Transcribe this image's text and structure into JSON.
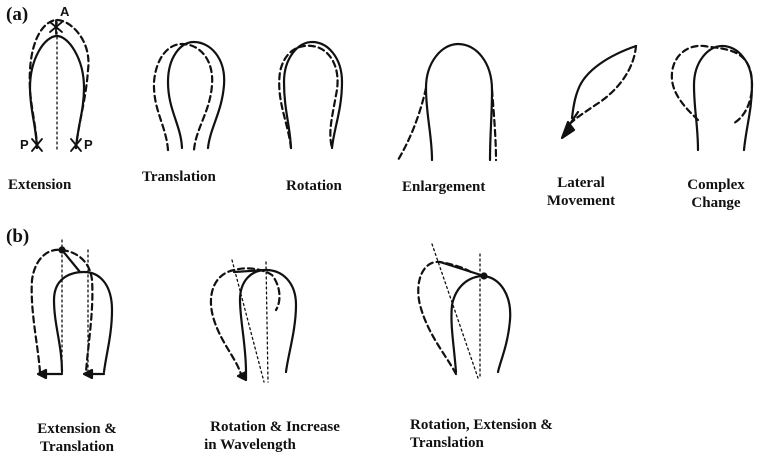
{
  "panel_a": {
    "label": "(a)",
    "point_labels": {
      "apex": "A",
      "left_base": "P",
      "right_base": "P"
    },
    "captions": {
      "extension": "Extension",
      "translation": "Translation",
      "rotation": "Rotation",
      "enlargement": "Enlargement",
      "lateral_1": "Lateral",
      "lateral_2": "Movement",
      "complex_1": "Complex",
      "complex_2": "Change"
    }
  },
  "panel_b": {
    "label": "(b)",
    "captions": {
      "ext_trans_1": "Extension &",
      "ext_trans_2": "Translation",
      "rot_inc_1": "Rotation & Increase",
      "rot_inc_2": "in Wavelength",
      "rot_ext_1": "Rotation, Extension &",
      "rot_ext_2": "Translation"
    }
  }
}
